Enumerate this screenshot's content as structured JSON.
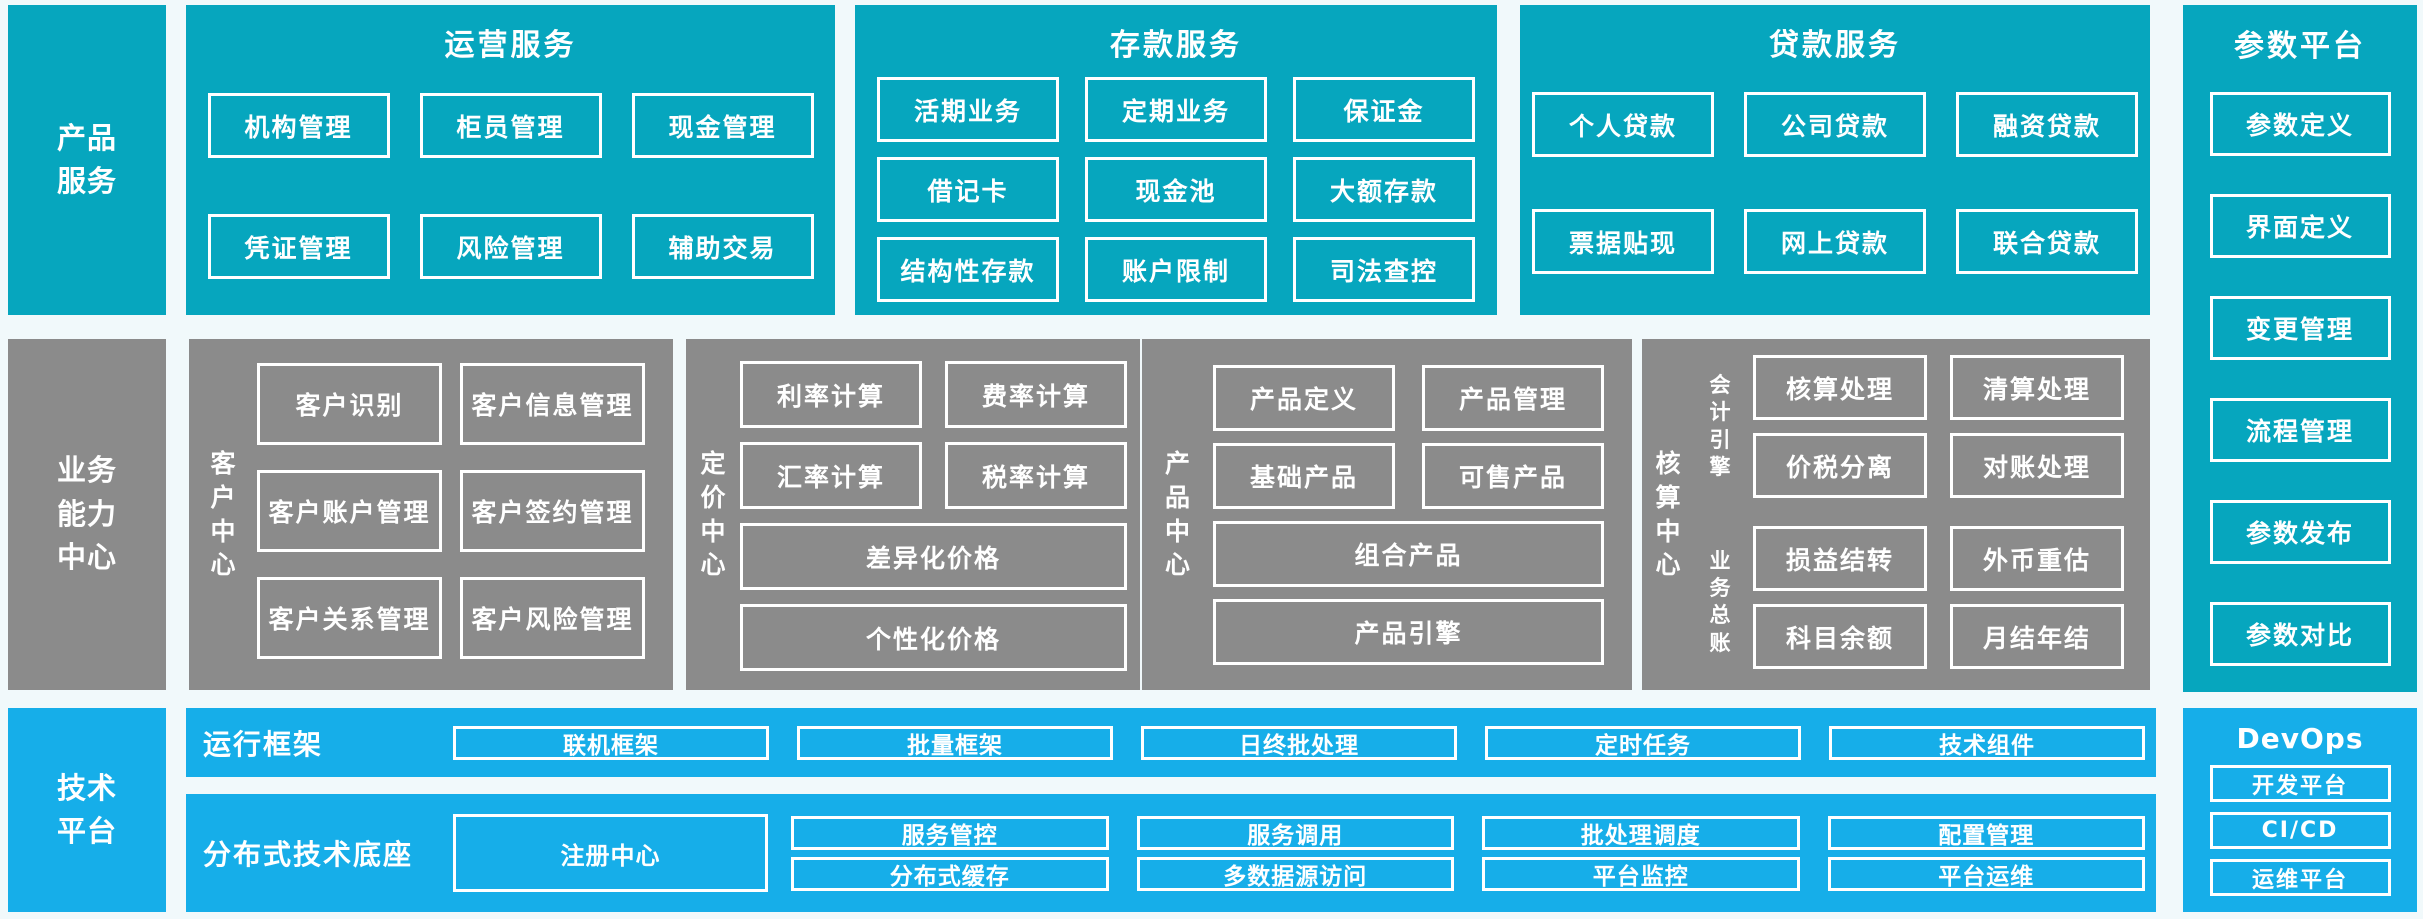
{
  "palette": {
    "teal": "#06a6be",
    "gray": "#8b8b8b",
    "blue": "#16aee9",
    "page_background": "#f1f9fb",
    "box_border": "#ffffff",
    "text": "#ffffff"
  },
  "sidebars": {
    "product_services": "产品服务",
    "business_capability_center": "业务能力中心",
    "technology_platform": "技术平台"
  },
  "top_sections": {
    "operations": {
      "title": "运营服务",
      "rows": [
        [
          "机构管理",
          "柜员管理",
          "现金管理"
        ],
        [
          "凭证管理",
          "风险管理",
          "辅助交易"
        ]
      ]
    },
    "deposit": {
      "title": "存款服务",
      "rows": [
        [
          "活期业务",
          "定期业务",
          "保证金"
        ],
        [
          "借记卡",
          "现金池",
          "大额存款"
        ],
        [
          "结构性存款",
          "账户限制",
          "司法查控"
        ]
      ]
    },
    "loan": {
      "title": "贷款服务",
      "rows": [
        [
          "个人贷款",
          "公司贷款",
          "融资贷款"
        ],
        [
          "票据贴现",
          "网上贷款",
          "联合贷款"
        ]
      ]
    }
  },
  "parameter_platform": {
    "title": "参数平台",
    "items": [
      "参数定义",
      "界面定义",
      "变更管理",
      "流程管理",
      "参数发布",
      "参数对比"
    ]
  },
  "capability_centers": {
    "customer": {
      "label": "客户中心",
      "rows": [
        [
          "客户识别",
          "客户信息管理"
        ],
        [
          "客户账户管理",
          "客户签约管理"
        ],
        [
          "客户关系管理",
          "客户风险管理"
        ]
      ]
    },
    "pricing": {
      "label": "定价中心",
      "rows": [
        [
          "利率计算",
          "费率计算"
        ],
        [
          "汇率计算",
          "税率计算"
        ]
      ],
      "wide": [
        "差异化价格",
        "个性化价格"
      ]
    },
    "product": {
      "label": "产品中心",
      "rows": [
        [
          "产品定义",
          "产品管理"
        ],
        [
          "基础产品",
          "可售产品"
        ]
      ],
      "wide": [
        "组合产品",
        "产品引擎"
      ]
    },
    "accounting": {
      "label": "核算中心",
      "groups": [
        {
          "label": "会计引擎",
          "rows": [
            [
              "核算处理",
              "清算处理"
            ],
            [
              "价税分离",
              "对账处理"
            ]
          ]
        },
        {
          "label": "业务总账",
          "rows": [
            [
              "损益结转",
              "外币重估"
            ],
            [
              "科目余额",
              "月结年结"
            ]
          ]
        }
      ]
    }
  },
  "technology_rows": {
    "runtime": {
      "label": "运行框架",
      "items": [
        "联机框架",
        "批量框架",
        "日终批处理",
        "定时任务",
        "技术组件"
      ]
    },
    "distributed": {
      "label": "分布式技术底座",
      "registry": "注册中心",
      "rows": [
        [
          "服务管控",
          "服务调用",
          "批处理调度",
          "配置管理"
        ],
        [
          "分布式缓存",
          "多数据源访问",
          "平台监控",
          "平台运维"
        ]
      ]
    }
  },
  "devops": {
    "title": "DevOps",
    "items": [
      "开发平台",
      "CI/CD",
      "运维平台"
    ]
  }
}
